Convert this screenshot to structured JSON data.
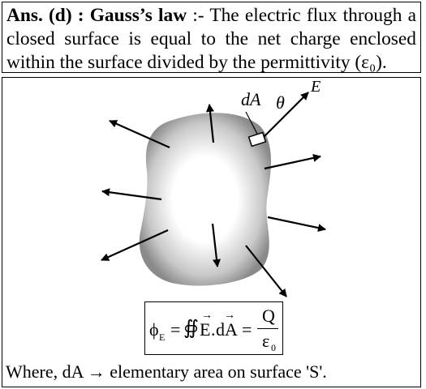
{
  "answer": {
    "prefix": "Ans. (d) : Gauss’s law",
    "line1_rest": ":- The electric flux through a",
    "line2": "closed surface is equal to the net charge enclosed",
    "line3": "within the surface divided by the permittivity (ε₀)."
  },
  "diagram": {
    "label_dA": "dA",
    "label_theta": "θ",
    "label_E": "E"
  },
  "formula": {
    "phi": "ϕ",
    "phi_sub": "E",
    "equals": "=",
    "integral": "∯",
    "E_vec": "E",
    "dot": ".",
    "dA_vec": "dA",
    "Q": "Q",
    "epsilon": "ε",
    "epsilon_sub": "0"
  },
  "where": "Where, dA → elementary area on surface 'S'."
}
